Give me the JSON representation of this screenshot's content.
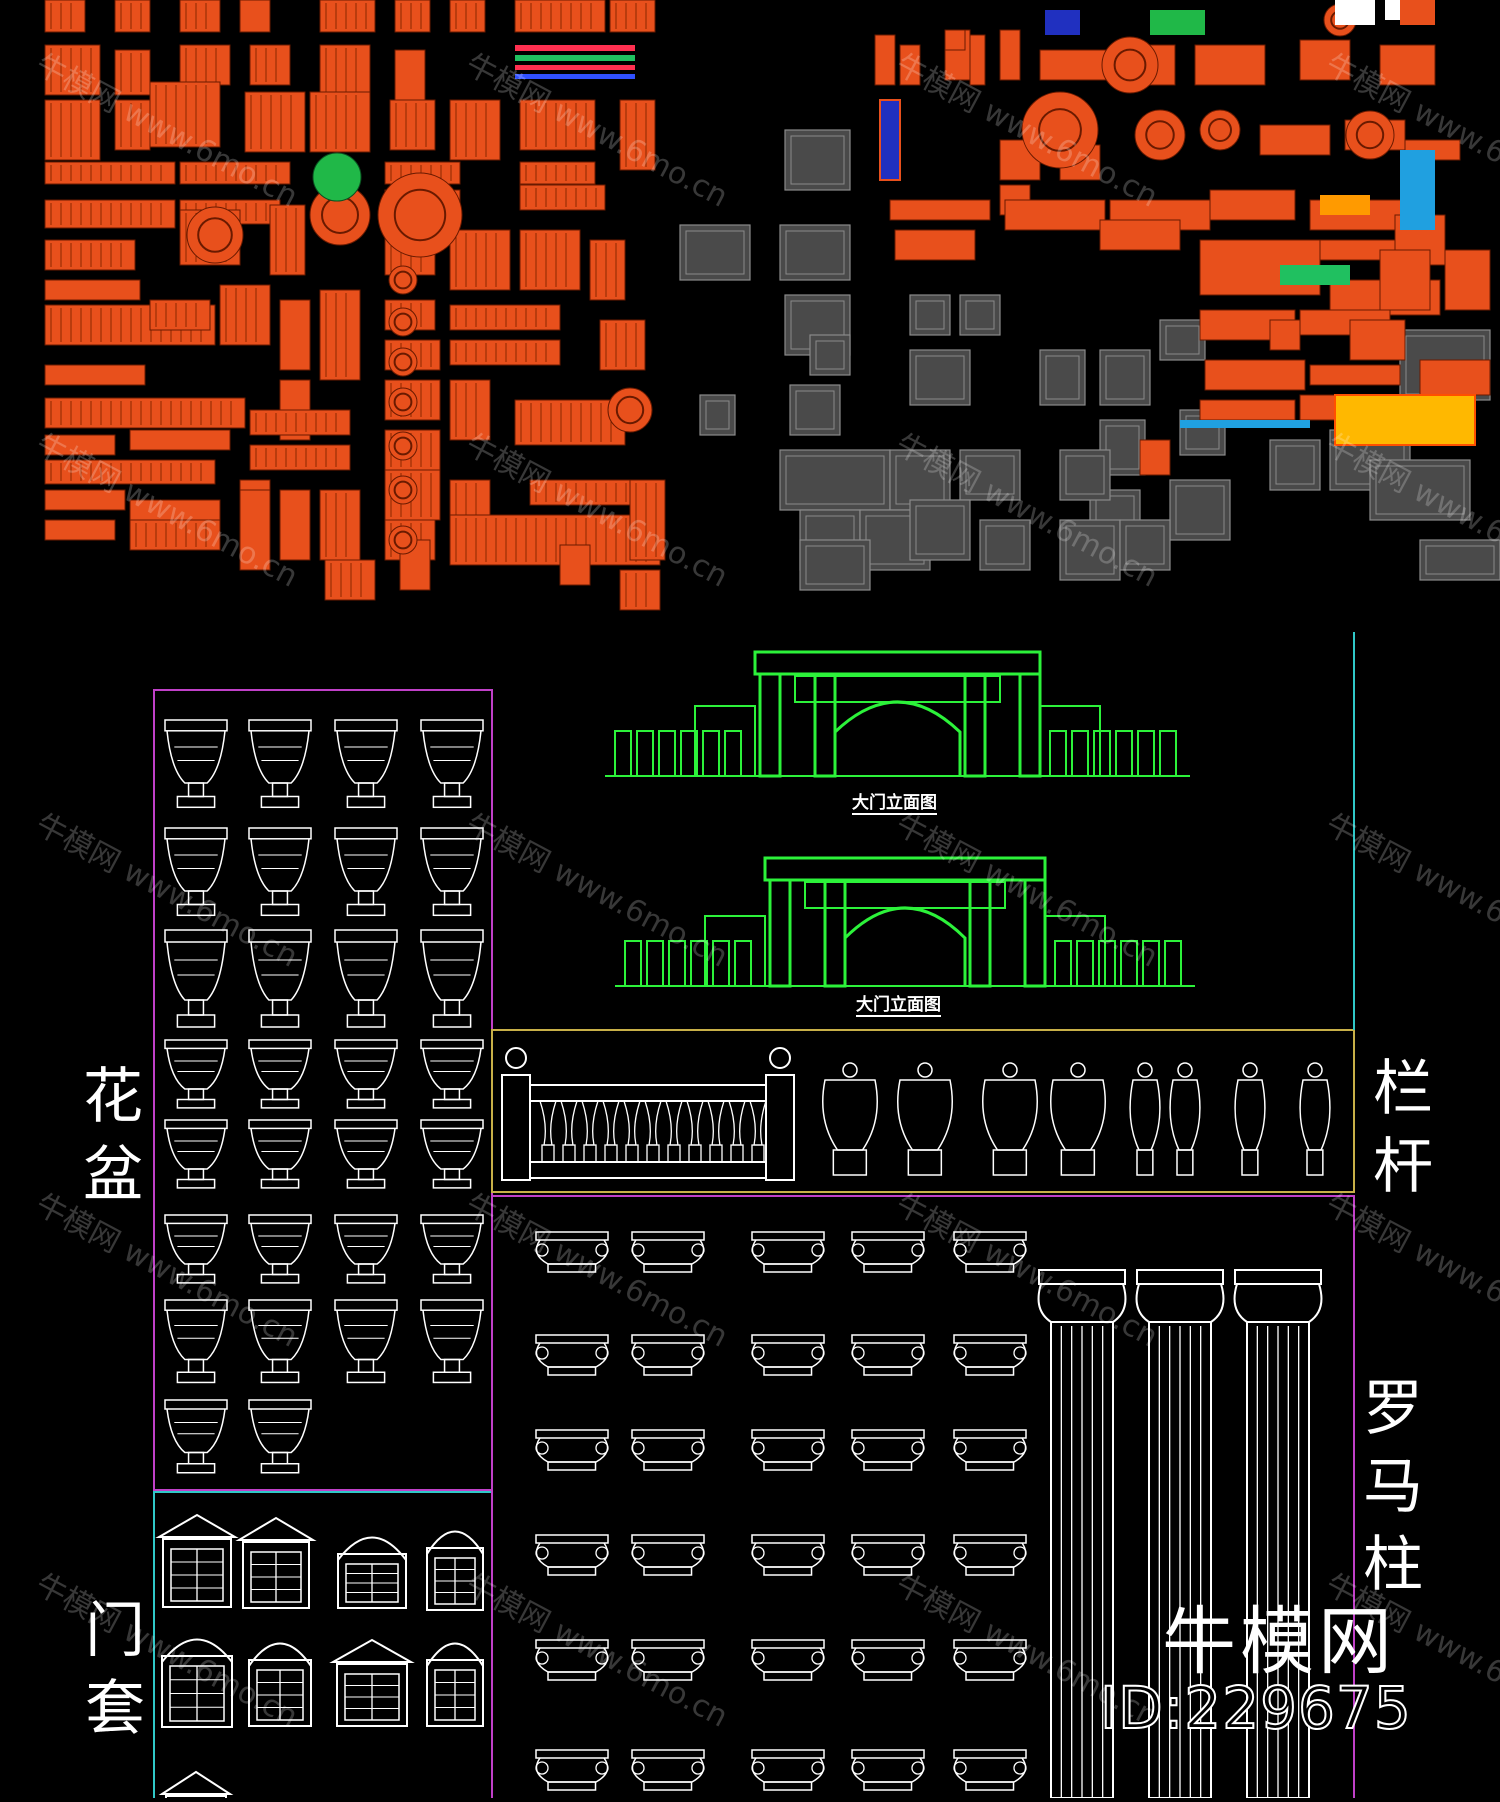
{
  "section_labels": {
    "flowerpot": "花盆",
    "balustrade": "栏杆",
    "door_frame": "门套",
    "roman_column": "罗马柱"
  },
  "drawing_captions": {
    "gate_elevation_1": "大门立面图",
    "gate_elevation_2": "大门立面图"
  },
  "watermark": {
    "brand": "牛模网",
    "url": "www.6mo.cn"
  },
  "brand_badge": {
    "name": "牛模网",
    "id": "ID:229675"
  },
  "colors": {
    "background": "#000000",
    "orange_block": "#e8501c",
    "gate_green": "#2cf23a",
    "magenta_frame": "#c040c8",
    "cyan_frame": "#30c8c8",
    "olive_frame": "#c8b048",
    "line_white": "#ffffff",
    "gray_block": "#4a4a4a"
  }
}
